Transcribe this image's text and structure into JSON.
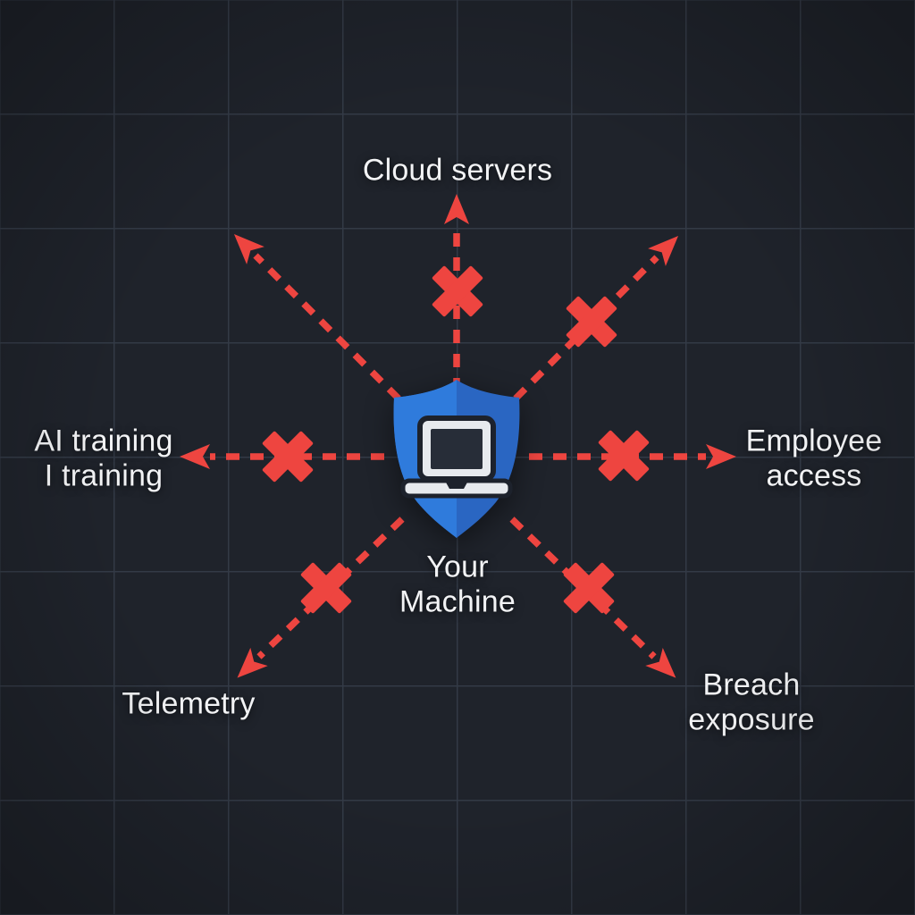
{
  "labels": {
    "cloud_servers": "Cloud servers",
    "ai_training_line1": "AI training",
    "ai_training_line2": "I training",
    "employee_line1": "Employee",
    "employee_line2": "access",
    "center_line1": "Your",
    "center_line2": "Machine",
    "telemetry": "Telemetry",
    "breach_line1": "Breach",
    "breach_line2": "exposure"
  },
  "icons": {
    "center": "shield-laptop-icon",
    "blocked_marker": "x-mark-icon",
    "connection": "dashed-arrow-icon"
  },
  "colors": {
    "background": "#1f232b",
    "grid": "#333a46",
    "accent_red": "#ee4540",
    "shield_left": "#2f7bdc",
    "shield_right": "#2a66c2",
    "laptop_body": "#e7eaee",
    "laptop_dark": "#1d222c",
    "laptop_screen": "#272d38",
    "text": "#f2f3f5"
  }
}
